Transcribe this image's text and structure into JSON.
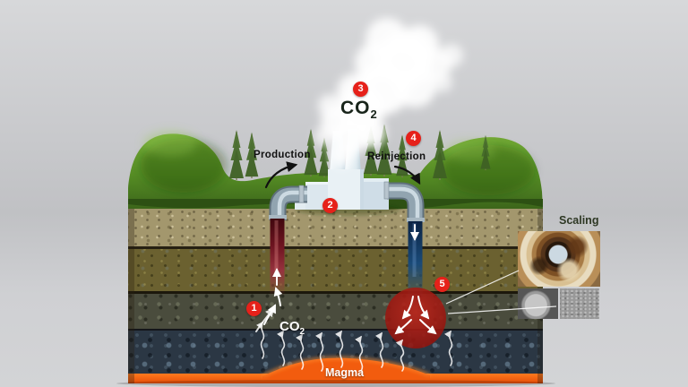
{
  "labels": {
    "production": "Production",
    "reinjection": "Reinjection",
    "co2_surface": {
      "text": "CO",
      "sub": "2"
    },
    "co2_underground": {
      "text": "CO",
      "sub": "2"
    },
    "magma": "Magma",
    "scaling": "Scaling"
  },
  "markers": [
    "1",
    "2",
    "3",
    "4",
    "5"
  ],
  "colors": {
    "marker_red": "#e6211a",
    "magma_orange": "#f25c0e",
    "production_pipe_red": "#8e2e3a",
    "injection_pipe_blue": "#1a4a78",
    "injection_zone_red": "#a01910",
    "grass_green": "#5a8f28",
    "soil_tan": "#a3976d",
    "soil_olive": "#6b6130",
    "rock_gray": "#4a4c3d",
    "basement_slate": "#2b3744",
    "background_gray": "#c9cacc"
  }
}
